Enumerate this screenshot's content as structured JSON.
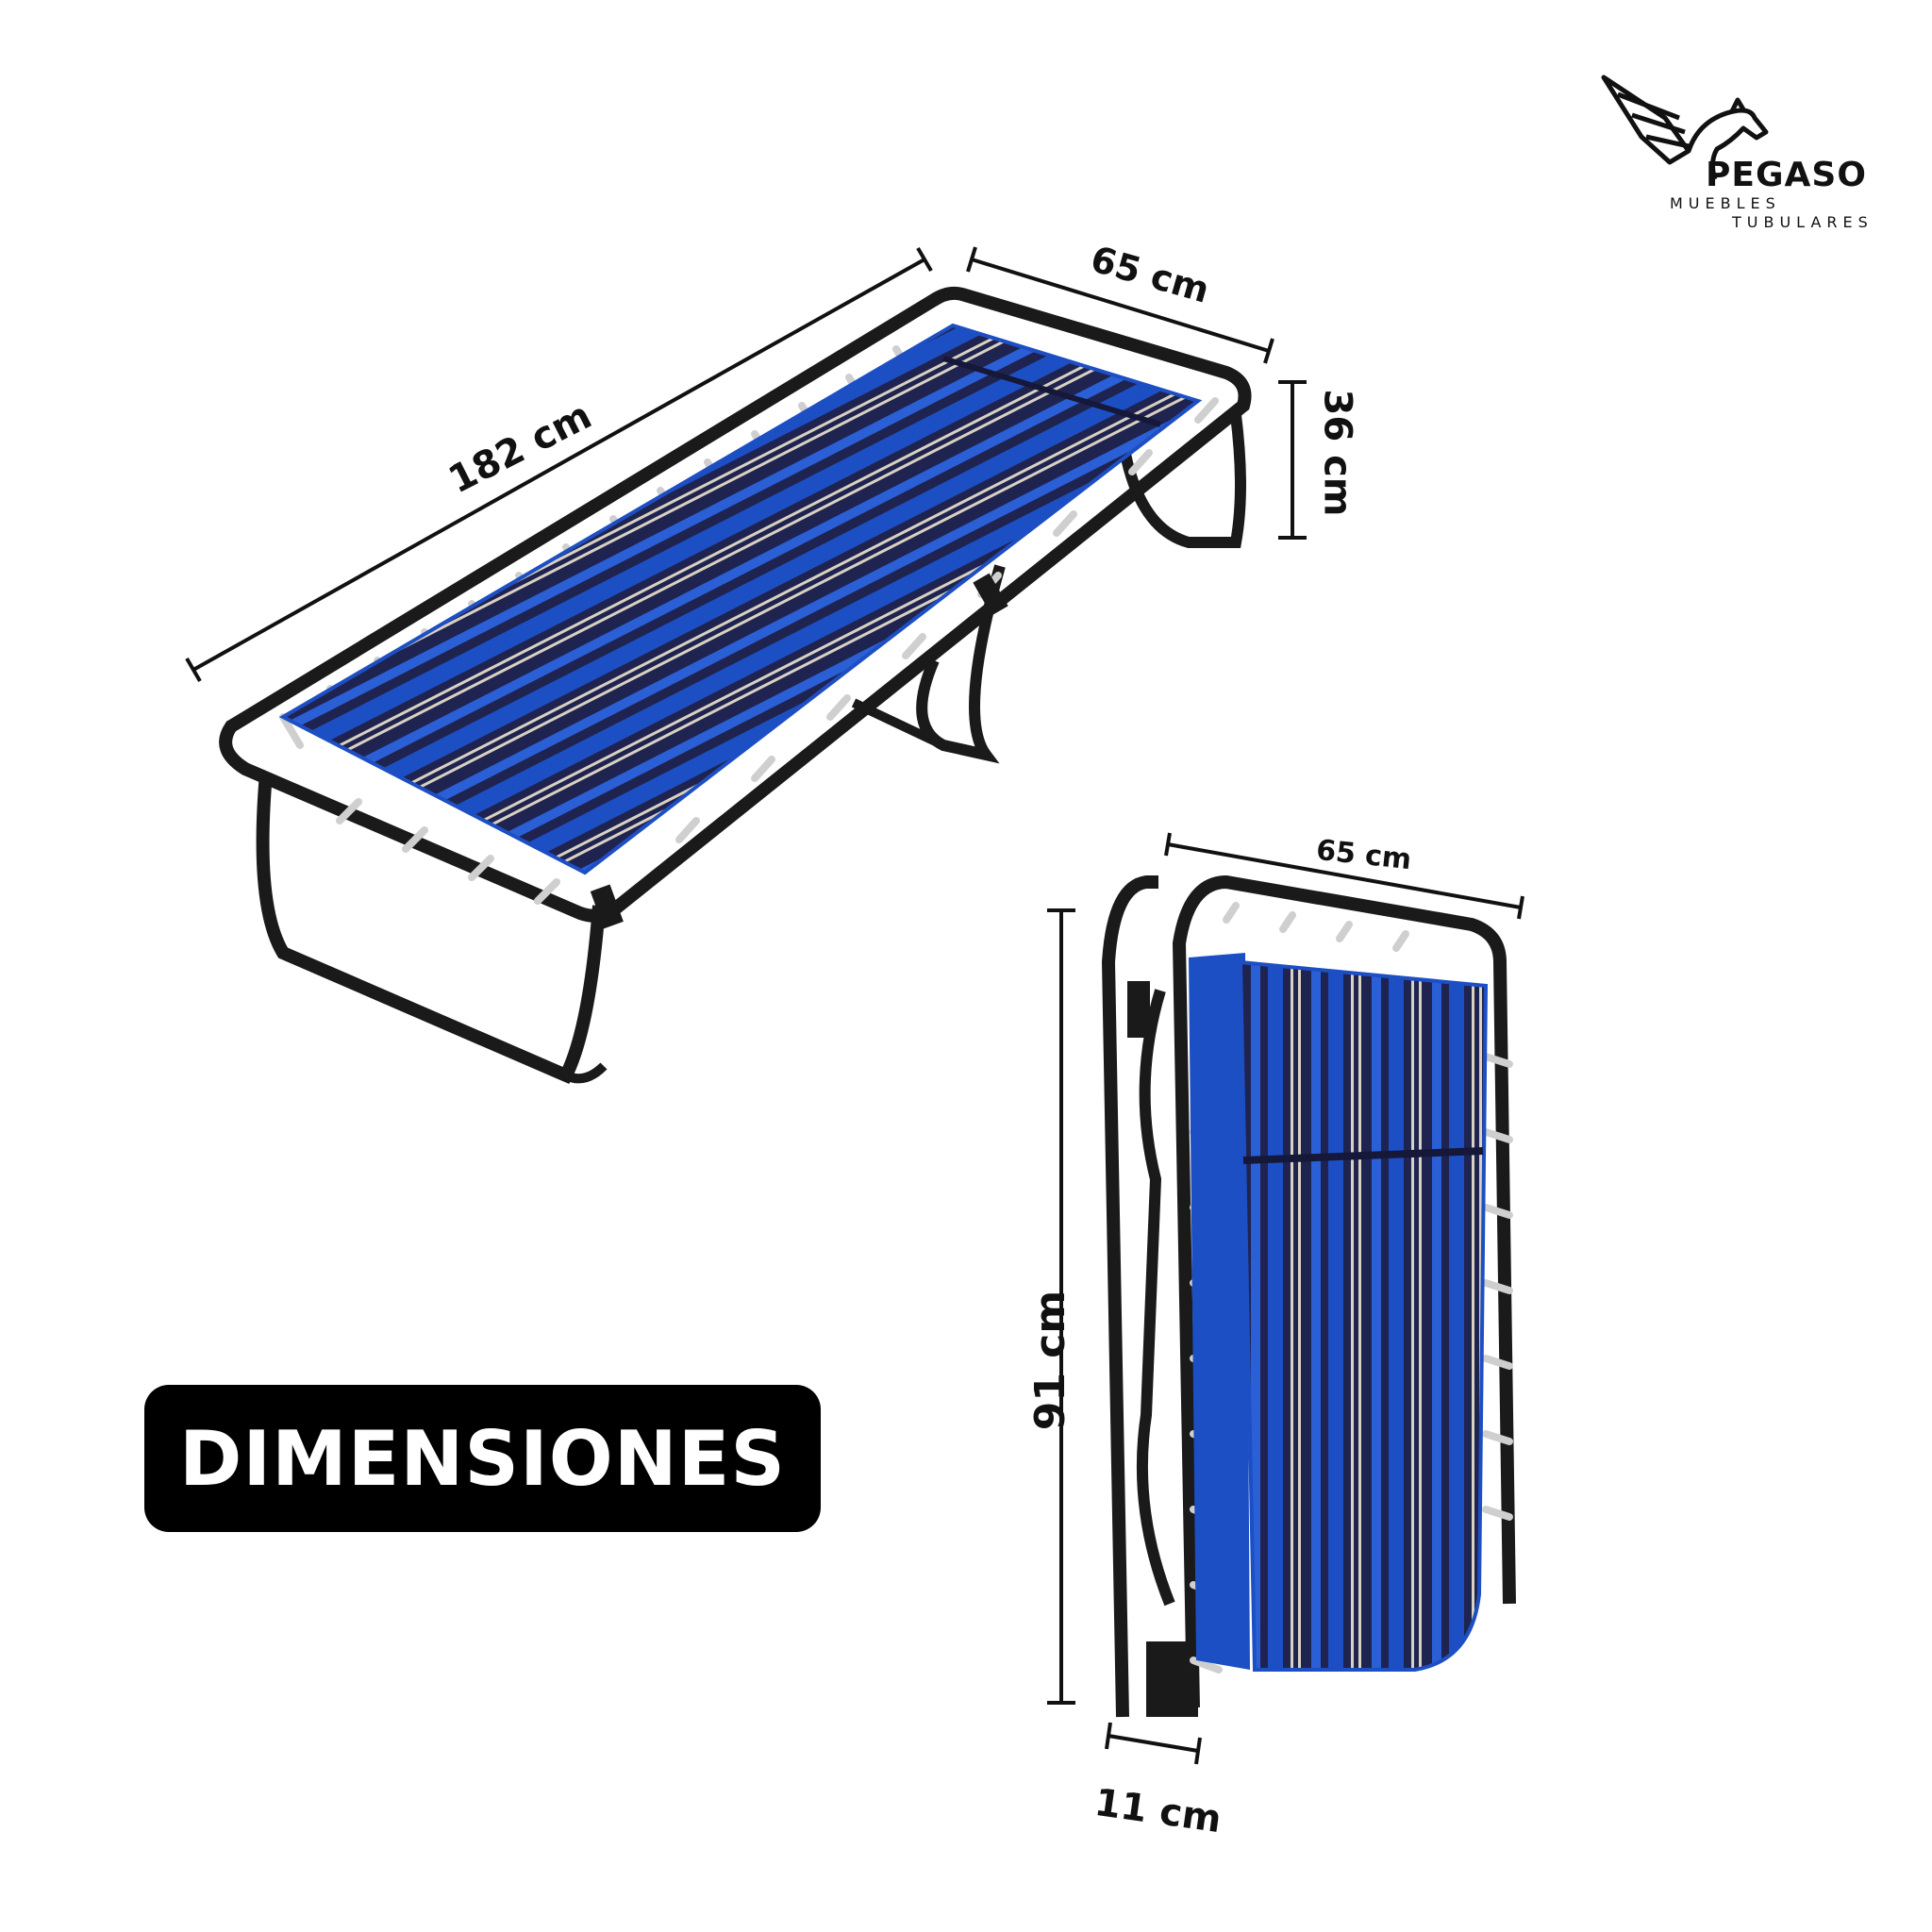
{
  "logo": {
    "brand": "PEGASO",
    "line1": "MUEBLES",
    "line2": "TUBULARES"
  },
  "badge": {
    "label": "DIMENSIONES"
  },
  "dimensions": {
    "unfolded_length": "182 cm",
    "unfolded_width": "65 cm",
    "unfolded_height": "36 cm",
    "folded_width": "65 cm",
    "folded_height": "91 cm",
    "folded_depth": "11 cm"
  },
  "colors": {
    "background": "#ffffff",
    "frame": "#1a1a1a",
    "fabric_navy": "#1f2350",
    "fabric_blue": "#1d4fc4",
    "stripe_light": "#d9d2c2",
    "badge": "#000000"
  }
}
